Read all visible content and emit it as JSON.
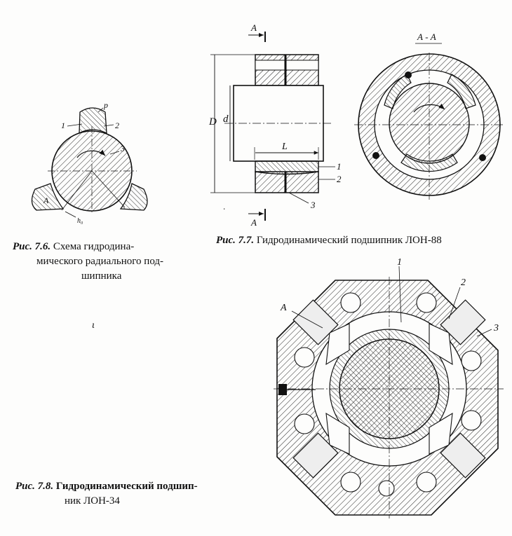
{
  "fig76": {
    "caption_line1_prefix": "Рис. 7.6.",
    "caption_line1_text": "Схема гидродина-",
    "caption_line2": "мического радиального под-",
    "caption_line3": "шипника",
    "callouts": {
      "p": "р",
      "one": "1",
      "two": "2",
      "three": "3",
      "a": "A",
      "h": "h₀"
    }
  },
  "fig77": {
    "caption_prefix": "Рис. 7.7.",
    "caption_text": "Гидродинамический подшипник ЛОН-88",
    "section_title": "А - А",
    "section_mark": "А",
    "dims": {
      "D": "D",
      "d": "d",
      "L": "L"
    },
    "callouts": {
      "one": "1",
      "two": "2",
      "three": "3"
    }
  },
  "fig78": {
    "caption_line1_prefix": "Рис. 7.8.",
    "caption_line1_text": "Гидродинамический подшип-",
    "caption_line2": "ник ЛОН-34",
    "callouts": {
      "one": "1",
      "two": "2",
      "three": "3",
      "a": "А"
    }
  },
  "stray_marks": {
    "dot": "∙",
    "tick": "ι"
  }
}
